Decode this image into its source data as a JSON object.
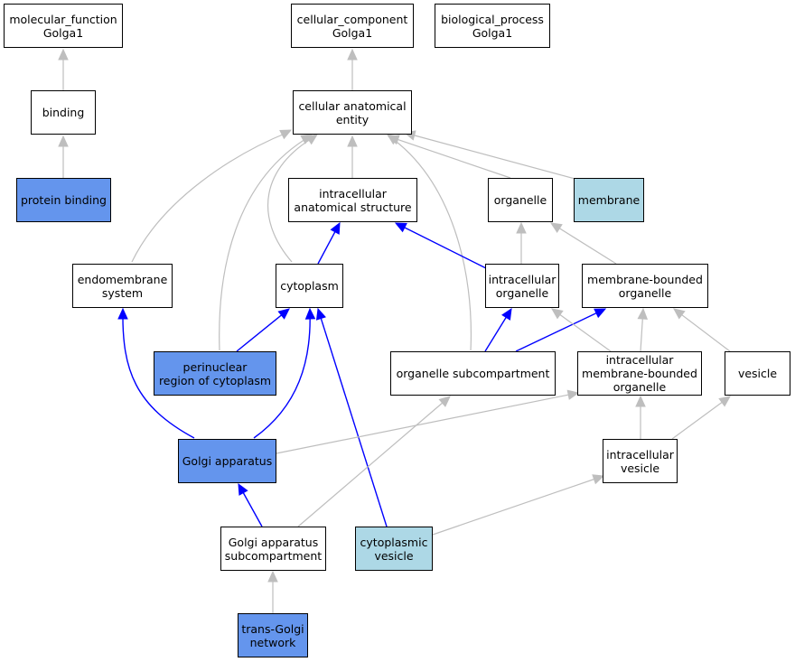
{
  "colors": {
    "highlight_dark": "#6495ed",
    "highlight_light": "#add8e6",
    "edge_gray": "#bebebe",
    "edge_blue": "#0000ff"
  },
  "nodes": {
    "molecular_function": {
      "label": "molecular_function\nGolga1",
      "fill": "white"
    },
    "cellular_component": {
      "label": "cellular_component\nGolga1",
      "fill": "white"
    },
    "biological_process": {
      "label": "biological_process\nGolga1",
      "fill": "white"
    },
    "binding": {
      "label": "binding",
      "fill": "white"
    },
    "cellular_anatomical_entity": {
      "label": "cellular anatomical\nentity",
      "fill": "white"
    },
    "protein_binding": {
      "label": "protein binding",
      "fill": "highlight_dark"
    },
    "intracellular_anatomical_structure": {
      "label": "intracellular\nanatomical structure",
      "fill": "white"
    },
    "organelle": {
      "label": "organelle",
      "fill": "white"
    },
    "membrane": {
      "label": "membrane",
      "fill": "highlight_light"
    },
    "endomembrane_system": {
      "label": "endomembrane\nsystem",
      "fill": "white"
    },
    "cytoplasm": {
      "label": "cytoplasm",
      "fill": "white"
    },
    "intracellular_organelle": {
      "label": "intracellular\norganelle",
      "fill": "white"
    },
    "membrane_bounded_organelle": {
      "label": "membrane-bounded\norganelle",
      "fill": "white"
    },
    "perinuclear_region": {
      "label": "perinuclear\nregion of cytoplasm",
      "fill": "highlight_dark"
    },
    "organelle_subcompartment": {
      "label": "organelle subcompartment",
      "fill": "white"
    },
    "intracellular_membrane_bounded_organelle": {
      "label": "intracellular\nmembrane-bounded\norganelle",
      "fill": "white"
    },
    "vesicle": {
      "label": "vesicle",
      "fill": "white"
    },
    "golgi_apparatus": {
      "label": "Golgi apparatus",
      "fill": "highlight_dark"
    },
    "intracellular_vesicle": {
      "label": "intracellular\nvesicle",
      "fill": "white"
    },
    "golgi_apparatus_subcompartment": {
      "label": "Golgi apparatus\nsubcompartment",
      "fill": "white"
    },
    "cytoplasmic_vesicle": {
      "label": "cytoplasmic\nvesicle",
      "fill": "highlight_light"
    },
    "trans_golgi_network": {
      "label": "trans-Golgi\nnetwork",
      "fill": "highlight_dark"
    }
  },
  "edges": [
    {
      "from": "binding",
      "to": "molecular_function",
      "color": "gray"
    },
    {
      "from": "protein_binding",
      "to": "binding",
      "color": "gray"
    },
    {
      "from": "cellular_anatomical_entity",
      "to": "cellular_component",
      "color": "gray"
    },
    {
      "from": "intracellular_anatomical_structure",
      "to": "cellular_anatomical_entity",
      "color": "gray"
    },
    {
      "from": "organelle",
      "to": "cellular_anatomical_entity",
      "color": "gray"
    },
    {
      "from": "membrane",
      "to": "cellular_anatomical_entity",
      "color": "gray"
    },
    {
      "from": "endomembrane_system",
      "to": "cellular_anatomical_entity",
      "color": "gray"
    },
    {
      "from": "cytoplasm",
      "to": "cellular_anatomical_entity",
      "color": "gray"
    },
    {
      "from": "perinuclear_region",
      "to": "cellular_anatomical_entity",
      "color": "gray"
    },
    {
      "from": "organelle_subcompartment",
      "to": "cellular_anatomical_entity",
      "color": "gray"
    },
    {
      "from": "cytoplasm",
      "to": "intracellular_anatomical_structure",
      "color": "blue"
    },
    {
      "from": "intracellular_organelle",
      "to": "intracellular_anatomical_structure",
      "color": "blue"
    },
    {
      "from": "intracellular_organelle",
      "to": "organelle",
      "color": "gray"
    },
    {
      "from": "membrane_bounded_organelle",
      "to": "organelle",
      "color": "gray"
    },
    {
      "from": "perinuclear_region",
      "to": "cytoplasm",
      "color": "blue"
    },
    {
      "from": "golgi_apparatus",
      "to": "cytoplasm",
      "color": "blue"
    },
    {
      "from": "cytoplasmic_vesicle",
      "to": "cytoplasm",
      "color": "blue"
    },
    {
      "from": "golgi_apparatus",
      "to": "endomembrane_system",
      "color": "blue"
    },
    {
      "from": "organelle_subcompartment",
      "to": "intracellular_organelle",
      "color": "blue"
    },
    {
      "from": "organelle_subcompartment",
      "to": "membrane_bounded_organelle",
      "color": "blue"
    },
    {
      "from": "intracellular_membrane_bounded_organelle",
      "to": "intracellular_organelle",
      "color": "gray"
    },
    {
      "from": "intracellular_membrane_bounded_organelle",
      "to": "membrane_bounded_organelle",
      "color": "gray"
    },
    {
      "from": "vesicle",
      "to": "membrane_bounded_organelle",
      "color": "gray"
    },
    {
      "from": "golgi_apparatus",
      "to": "intracellular_membrane_bounded_organelle",
      "color": "gray"
    },
    {
      "from": "intracellular_vesicle",
      "to": "intracellular_membrane_bounded_organelle",
      "color": "gray"
    },
    {
      "from": "intracellular_vesicle",
      "to": "vesicle",
      "color": "gray"
    },
    {
      "from": "golgi_apparatus_subcompartment",
      "to": "golgi_apparatus",
      "color": "blue"
    },
    {
      "from": "golgi_apparatus_subcompartment",
      "to": "organelle_subcompartment",
      "color": "gray"
    },
    {
      "from": "cytoplasmic_vesicle",
      "to": "intracellular_vesicle",
      "color": "gray"
    },
    {
      "from": "trans_golgi_network",
      "to": "golgi_apparatus_subcompartment",
      "color": "gray"
    }
  ]
}
